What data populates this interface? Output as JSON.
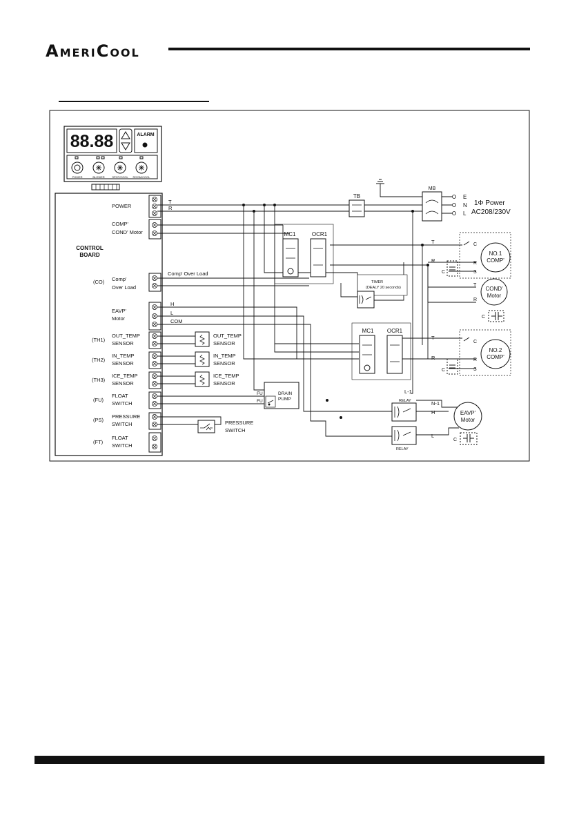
{
  "brand": {
    "first_initial": "A",
    "first_rest": "MERI",
    "second_initial": "C",
    "second_rest": "OOL"
  },
  "display_panel": {
    "digits": "88.88",
    "alarm_label": "ALARM",
    "buttons": [
      "POWER",
      "BLOWER",
      "SPOT/COOL",
      "ROOM/COOL"
    ]
  },
  "control_board": {
    "title_line1": "CONTROL",
    "title_line2": "BOARD",
    "terminals": {
      "power": "POWER",
      "comp_line1": "COMP'",
      "comp_line2": "COND' Motor",
      "co_code": "(CO)",
      "co_line1": "Comp'",
      "co_line2": "Over Load",
      "eavp_line1": "EAVP'",
      "eavp_line2": "Motor",
      "th1_code": "(TH1)",
      "th1_line1": "OUT_TEMP",
      "th1_line2": "SENSOR",
      "th2_code": "(TH2)",
      "th2_line1": "IN_TEMP",
      "th2_line2": "SENSOR",
      "th3_code": "(TH3)",
      "th3_line1": "ICE_TEMP",
      "th3_line2": "SENSOR",
      "fu_code": "(FU)",
      "fu_line1": "FLOAT",
      "fu_line2": "SWITCH",
      "ps_code": "(PS)",
      "ps_line1": "PRESSURE",
      "ps_line2": "SWITCH",
      "ft_code": "(FT)",
      "ft_line1": "FLOAT",
      "ft_line2": "SWITCH"
    }
  },
  "wire_labels": {
    "t": "T",
    "r": "R",
    "comp_over_load": "Comp' Over Load",
    "h": "H",
    "l": "L",
    "com": "COM",
    "fu": "FU",
    "n1": "N-1",
    "l1": "L-1",
    "h_eavp": "H",
    "l_eavp": "L"
  },
  "components": {
    "tb": "TB",
    "mb": "MB",
    "power_e": "E",
    "power_n": "N",
    "power_l": "L",
    "power_line1": "1Φ Power",
    "power_line2": "AC208/230V",
    "mc1_a": "MC1",
    "ocr1_a": "OCR1",
    "mc1_b": "MC1",
    "ocr1_b": "OCR1",
    "timer_line1": "TIMER",
    "timer_line2": "(DEALY 20 seconds)",
    "comp1_line1": "NO.1",
    "comp1_line2": "COMP'",
    "comp2_line1": "NO.2",
    "comp2_line2": "COMP'",
    "cond_line1": "COND'",
    "cond_line2": "Motor",
    "eavp_line1": "EAVP'",
    "eavp_line2": "Motor",
    "c_term": "C",
    "r_term": "R",
    "s_term": "S",
    "t_term": "T",
    "cap": "C",
    "drain_line1": "DRAIN",
    "drain_line2": "PUMP",
    "relay_a": "RELAY",
    "relay_b": "RELAY",
    "out_sensor_line1": "OUT_TEMP",
    "out_sensor_line2": "SENSOR",
    "in_sensor_line1": "IN_TEMP",
    "in_sensor_line2": "SENSOR",
    "ice_sensor_line1": "ICE_TEMP",
    "ice_sensor_line2": "SENSOR",
    "pressure_line1": "PRESSURE",
    "pressure_line2": "SWITCH"
  }
}
